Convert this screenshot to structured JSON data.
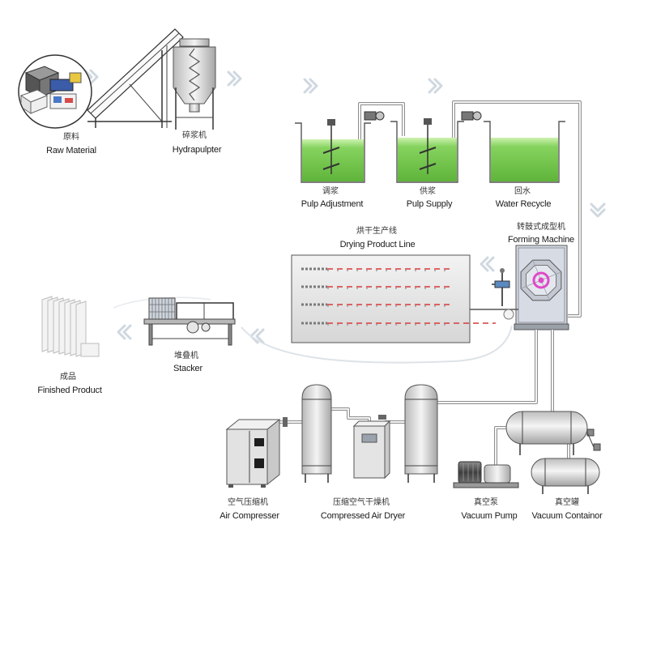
{
  "labels": {
    "raw_material": {
      "zh": "原料",
      "en": "Raw Material"
    },
    "hydrapulper": {
      "zh": "碎浆机",
      "en": "Hydrapulpter"
    },
    "pulp_adjustment": {
      "zh": "调浆",
      "en": "Pulp Adjustment"
    },
    "pulp_supply": {
      "zh": "供浆",
      "en": "Pulp Supply"
    },
    "water_recycle": {
      "zh": "回水",
      "en": "Water Recycle"
    },
    "forming_machine": {
      "zh": "转鼓式成型机",
      "en": "Forming Machine"
    },
    "drying_line": {
      "zh": "烘干生产线",
      "en": "Drying Product Line"
    },
    "stacker": {
      "zh": "堆叠机",
      "en": "Stacker"
    },
    "finished_product": {
      "zh": "成品",
      "en": "Finished Product"
    },
    "air_compressor": {
      "zh": "空气压缩机",
      "en": "Air Compresser"
    },
    "air_dryer": {
      "zh": "压缩空气干燥机",
      "en": "Compressed Air Dryer"
    },
    "vacuum_pump": {
      "zh": "真空泵",
      "en": "Vacuum Pump"
    },
    "vacuum_container": {
      "zh": "真空罐",
      "en": "Vacuum Containor"
    }
  },
  "colors": {
    "pulp_green": "#86d35f",
    "dryer_track": "#d83a3a",
    "drum_accent": "#e048c8",
    "flow_arrow": "#cfd8e0"
  }
}
